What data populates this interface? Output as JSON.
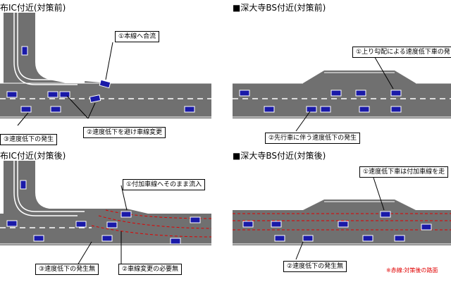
{
  "panels": {
    "top_left": {
      "title": "布IC付近(対策前)",
      "callouts": [
        "①本線へ合流",
        "②速度低下を避け車線変更",
        "③速度低下の発生"
      ]
    },
    "top_right": {
      "title": "■深大寺BS付近(対策前)",
      "callouts": [
        "①上り勾配による速度低下車の発",
        "②先行車に伴う速度低下の発生"
      ]
    },
    "bottom_left": {
      "title": "布IC付近(対策後)",
      "callouts": [
        "①付加車線へそのまま流入",
        "②車線変更の必要無",
        "③速度低下の発生無"
      ]
    },
    "bottom_right": {
      "title": "■深大寺BS付近(対策後)",
      "callouts": [
        "①速度低下車は付加車線を走",
        "②速度低下の発生無"
      ]
    }
  },
  "legend_note": "※赤線:対策後の路面",
  "colors": {
    "road": "#6f6f6f",
    "lane_white": "#ffffff",
    "lane_red": "#e00000",
    "car": "#1a1aa8"
  }
}
